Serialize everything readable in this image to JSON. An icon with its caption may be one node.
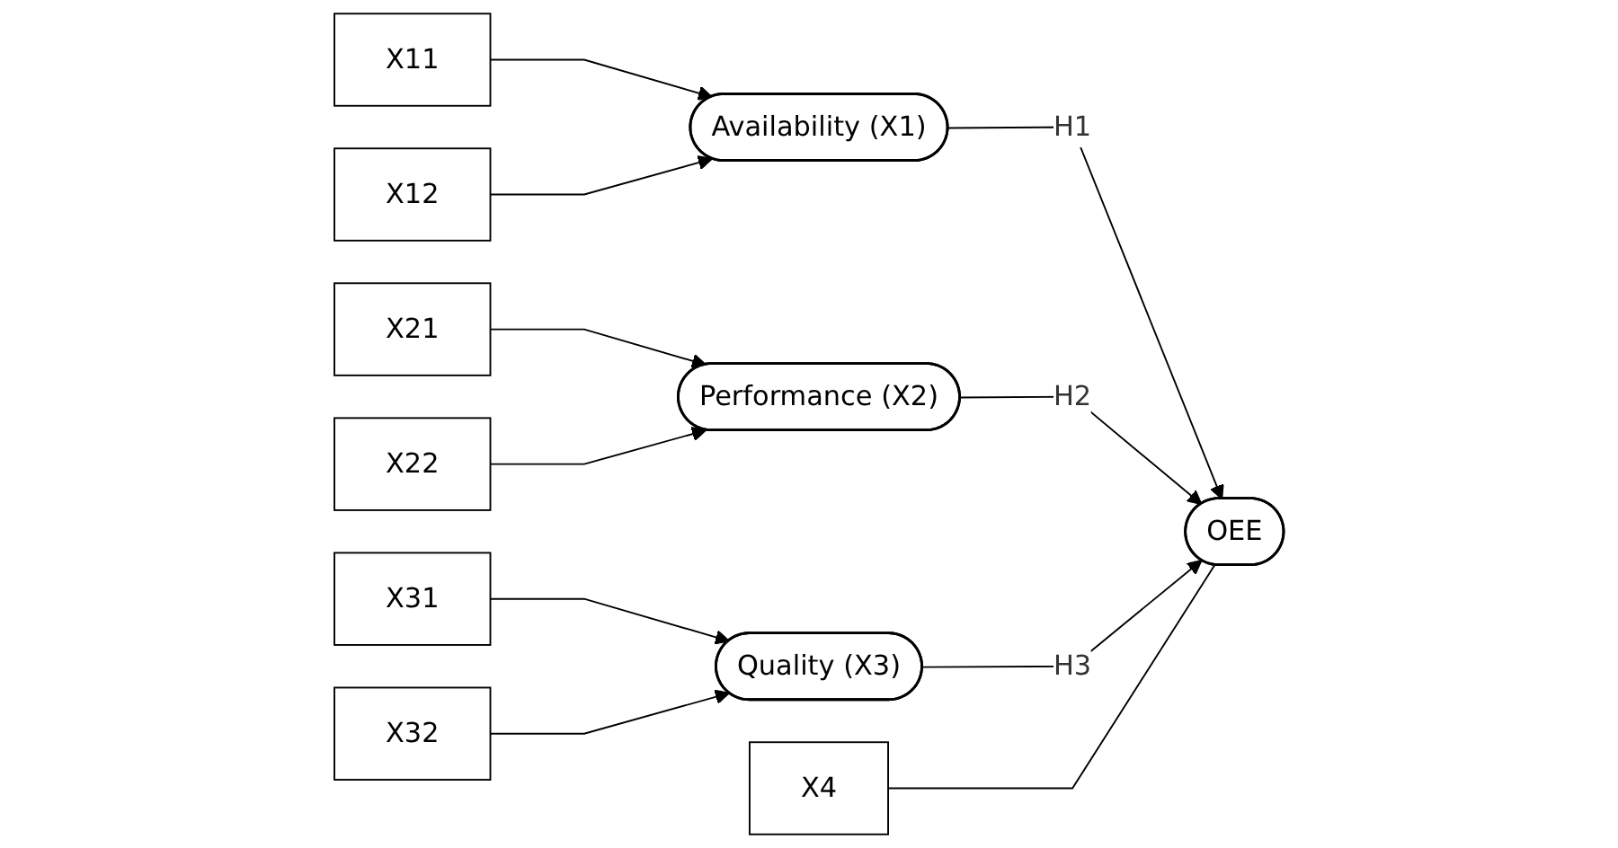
{
  "diagram": {
    "nodes": [
      {
        "text": [
          "X11"
        ]
      },
      {
        "text": [
          "X12"
        ]
      },
      {
        "text": [
          "Availability (X1)"
        ]
      },
      {
        "text": [
          "X21"
        ]
      },
      {
        "text": [
          "X22"
        ]
      },
      {
        "text": [
          "Performance (X2)"
        ]
      },
      {
        "text": [
          "X31"
        ]
      },
      {
        "text": [
          "X32"
        ]
      },
      {
        "text": [
          "Quality (X3)"
        ]
      },
      {
        "text": [
          "X4"
        ]
      },
      {
        "text": [
          "OEE"
        ]
      }
    ],
    "edges": [
      {
        "from": 0,
        "to": 2,
        "arrow": "to"
      },
      {
        "from": 1,
        "to": 2,
        "arrow": "to"
      },
      {
        "from": 3,
        "to": 5,
        "arrow": "to"
      },
      {
        "from": 4,
        "to": 5,
        "arrow": "to"
      },
      {
        "from": 6,
        "to": 8,
        "arrow": "to"
      },
      {
        "from": 7,
        "to": 8,
        "arrow": "to"
      },
      {
        "from": 2,
        "to": 10,
        "arrow": "to",
        "label": "H1"
      },
      {
        "from": 5,
        "to": 10,
        "arrow": "to",
        "label": "H2"
      },
      {
        "from": 8,
        "to": 10,
        "arrow": "to",
        "label": "H3"
      },
      {
        "from": 9,
        "to": 10,
        "arrow": "none"
      }
    ]
  }
}
